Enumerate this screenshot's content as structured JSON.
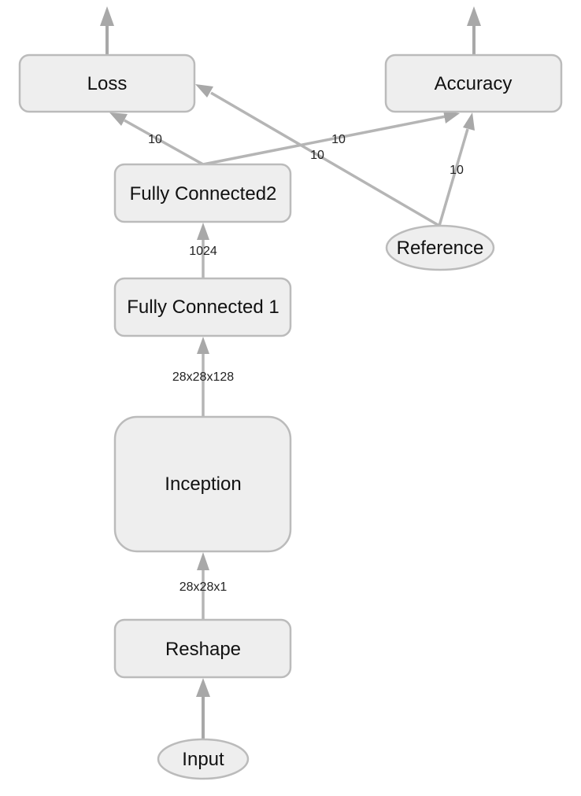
{
  "nodes": {
    "loss": "Loss",
    "accuracy": "Accuracy",
    "fc2": "Fully Connected2",
    "reference": "Reference",
    "fc1": "Fully Connected 1",
    "inception": "Inception",
    "reshape": "Reshape",
    "input": "Input"
  },
  "edges": {
    "fc2_to_loss": "10",
    "fc2_to_accuracy": "10",
    "reference_to_loss": "10",
    "reference_to_accuracy": "10",
    "fc1_to_fc2": "1024",
    "inception_to_fc1": "28x28x128",
    "reshape_to_inception": "28x28x1"
  },
  "colors": {
    "node_fill": "#eeeeee",
    "node_stroke": "#bbbbbb",
    "edge": "#b5b5b5"
  }
}
